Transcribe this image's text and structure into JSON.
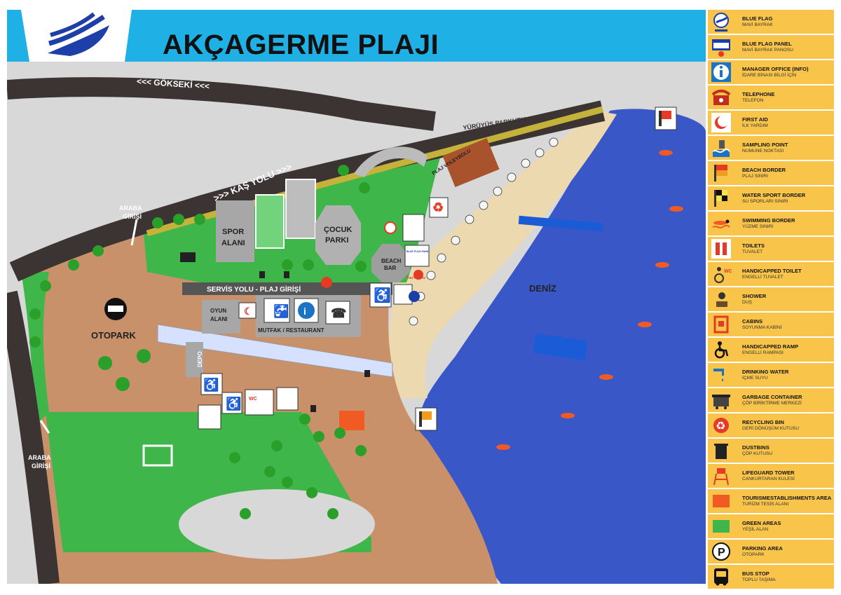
{
  "title": "AKÇAGERME PLAJI",
  "colors": {
    "header": "#1fb1e6",
    "sea": "#3a57c8",
    "sand": "#ecd9b0",
    "land": "#c8916a",
    "green": "#3fb64a",
    "road": "#3c3432",
    "legend": "#f9c44a"
  },
  "map": {
    "road_top": "<<< GÖKSEKİ <<<",
    "road_kas": ">>> KAŞ YOLU >>>",
    "walkway": "YÜRÜYÜŞ PARKURU",
    "volley": "PLAJ VOLEYBOLU",
    "spor_1": "SPOR",
    "spor_2": "ALANI",
    "cocuk_1": "ÇOCUK",
    "cocuk_2": "PARKI",
    "beach_bar_1": "BEACH",
    "beach_bar_2": "BAR",
    "servis": "SERVİS YOLU - PLAJ GİRİŞİ",
    "oyun_1": "OYUN",
    "oyun_2": "ALANI",
    "mutfak": "MUTFAK / RESTAURANT",
    "depo": "DEPO",
    "otopark": "OTOPARK",
    "deniz": "DENİZ",
    "araba_top_1": "ARABA",
    "araba_top_2": "GİRİŞİ",
    "araba_left_1": "ARABA",
    "araba_left_2": "GİRİŞİ",
    "wc": "WC",
    "you_are_here": "You're here",
    "blue_flag_panel_text": "BLUE FLAG PANEL"
  },
  "legend": [
    {
      "label": "BLUE FLAG",
      "sub": "MAVİ BAYRAK",
      "icon": "blue-flag-icon"
    },
    {
      "label": "BLUE FLAG PANEL",
      "sub": "MAVİ BAYRAK PANOSU",
      "icon": "blue-flag-panel-icon"
    },
    {
      "label": "MANAGER OFFICE (INFO)",
      "sub": "İDARE BİNASI BİLGİ İÇİN",
      "icon": "info-icon"
    },
    {
      "label": "TELEPHONE",
      "sub": "TELEFON",
      "icon": "telephone-icon"
    },
    {
      "label": "FIRST AID",
      "sub": "İLK YARDIM",
      "icon": "first-aid-icon"
    },
    {
      "label": "SAMPLING POINT",
      "sub": "NUMUNE NOKTASI",
      "icon": "sampling-point-icon"
    },
    {
      "label": "BEACH BORDER",
      "sub": "PLAJ SINIRI",
      "icon": "beach-border-flag-icon"
    },
    {
      "label": "WATER SPORT BORDER",
      "sub": "SU SPORLARI SINIRI",
      "icon": "water-sport-flag-icon"
    },
    {
      "label": "SWIMMING BORDER",
      "sub": "YÜZME SINIRI",
      "icon": "swimmer-icon"
    },
    {
      "label": "TOILETS",
      "sub": "TUVALET",
      "icon": "toilet-icon"
    },
    {
      "label": "HANDICAPPED TOILET",
      "sub": "ENGELLİ TUVALET",
      "icon": "handicapped-toilet-icon"
    },
    {
      "label": "SHOWER",
      "sub": "DUŞ",
      "icon": "shower-icon"
    },
    {
      "label": "CABINS",
      "sub": "SOYUNMA KABİNİ",
      "icon": "cabin-icon"
    },
    {
      "label": "HANDICAPPED RAMP",
      "sub": "ENGELLİ RAMPASI",
      "icon": "wheelchair-icon"
    },
    {
      "label": "DRINKING WATER",
      "sub": "İÇME SUYU",
      "icon": "drinking-water-icon"
    },
    {
      "label": "GARBAGE CONTAINER",
      "sub": "ÇÖP BİRİKTİRME MERKEZİ",
      "icon": "garbage-container-icon"
    },
    {
      "label": "RECYCLING BIN",
      "sub": "GERİ DÖNÜŞÜM KUTUSU",
      "icon": "recycling-icon"
    },
    {
      "label": "DUSTBINS",
      "sub": "ÇÖP KUTUSU",
      "icon": "dustbin-icon"
    },
    {
      "label": "LIFEGUARD TOWER",
      "sub": "CANKURTARAN KULESİ",
      "icon": "lifeguard-tower-icon"
    },
    {
      "label": "TOURISMESTABLISHMENTS AREA",
      "sub": "TURİZM TESİS ALANI",
      "icon": "tourism-area-icon"
    },
    {
      "label": "GREEN AREAS",
      "sub": "YEŞİL ALAN",
      "icon": "green-area-icon"
    },
    {
      "label": "PARKING AREA",
      "sub": "OTOPARK",
      "icon": "parking-icon"
    },
    {
      "label": "BUS STOP",
      "sub": "TOPLU TAŞIMA",
      "icon": "bus-stop-icon"
    }
  ]
}
